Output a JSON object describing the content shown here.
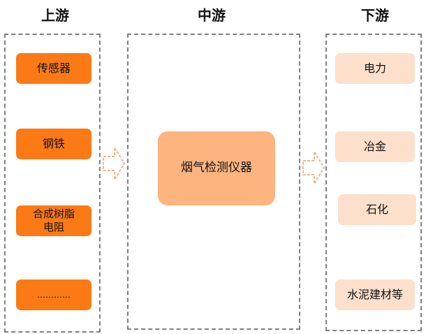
{
  "columns": {
    "upstream": {
      "title": "上游",
      "items": [
        "传感器",
        "钢铁",
        "合成树脂\n电阻",
        "…………"
      ]
    },
    "midstream": {
      "title": "中游",
      "items": [
        "烟气检测仪器"
      ]
    },
    "downstream": {
      "title": "下游",
      "items": [
        "电力",
        "冶金",
        "石化",
        "水泥建材等"
      ]
    }
  },
  "colors": {
    "upstream_fill": "#fb7a16",
    "midstream_fill": "#fdb47f",
    "downstream_fill": "#fde0cb",
    "arrow": "#f5b48a",
    "border": "#7f7f7f"
  }
}
